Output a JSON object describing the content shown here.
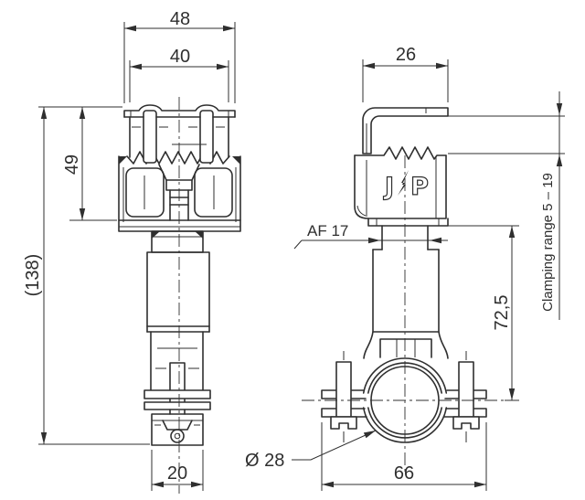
{
  "meta": {
    "type": "technical-drawing",
    "background": "#ffffff",
    "line_color": "#2f2f2f"
  },
  "labels": {
    "front_overall_width": "48",
    "front_inner_width": "40",
    "front_cap_height": "49",
    "front_overall_height": "(138)",
    "front_bottom_width": "20",
    "side_bracket_width": "26",
    "side_across_flats": "AF 17",
    "side_axis_height": "72,5",
    "side_clamping_range": "Clamping range 5 – 19",
    "side_pipe_diameter": "Ø 28",
    "side_clamp_width": "66"
  },
  "logo": {
    "left": "J",
    "right": "P"
  }
}
